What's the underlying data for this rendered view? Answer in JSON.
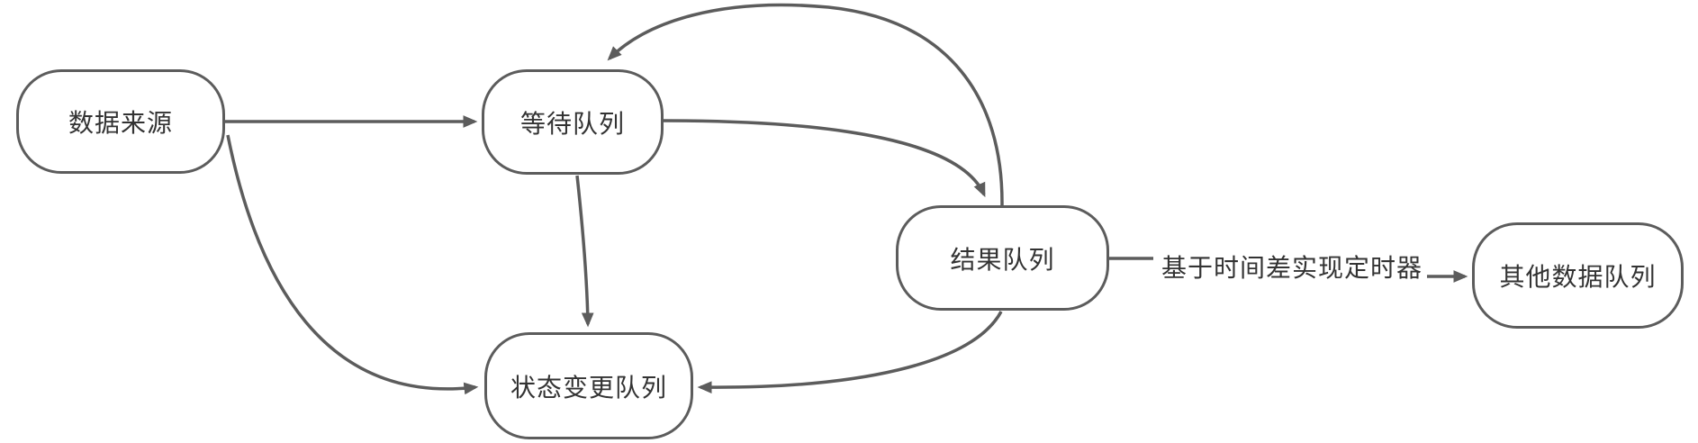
{
  "diagram": {
    "type": "flowchart",
    "background_color": "#ffffff",
    "stroke_color": "#5c5c5c",
    "text_color": "#333333",
    "nodes": [
      {
        "id": "data-source",
        "label": "数据来源"
      },
      {
        "id": "waiting-queue",
        "label": "等待队列"
      },
      {
        "id": "result-queue",
        "label": "结果队列"
      },
      {
        "id": "status-change-queue",
        "label": "状态变更队列"
      },
      {
        "id": "other-data-queue",
        "label": "其他数据队列"
      }
    ],
    "edges": [
      {
        "from": "数据来源",
        "to": "等待队列",
        "label": ""
      },
      {
        "from": "数据来源",
        "to": "状态变更队列",
        "label": ""
      },
      {
        "from": "等待队列",
        "to": "状态变更队列",
        "label": ""
      },
      {
        "from": "等待队列",
        "to": "结果队列",
        "label": ""
      },
      {
        "from": "结果队列",
        "to": "等待队列",
        "label": ""
      },
      {
        "from": "结果队列",
        "to": "状态变更队列",
        "label": ""
      },
      {
        "from": "结果队列",
        "to": "其他数据队列",
        "label": "基于时间差实现定时器"
      }
    ],
    "edge_label": "基于时间差实现定时器"
  }
}
